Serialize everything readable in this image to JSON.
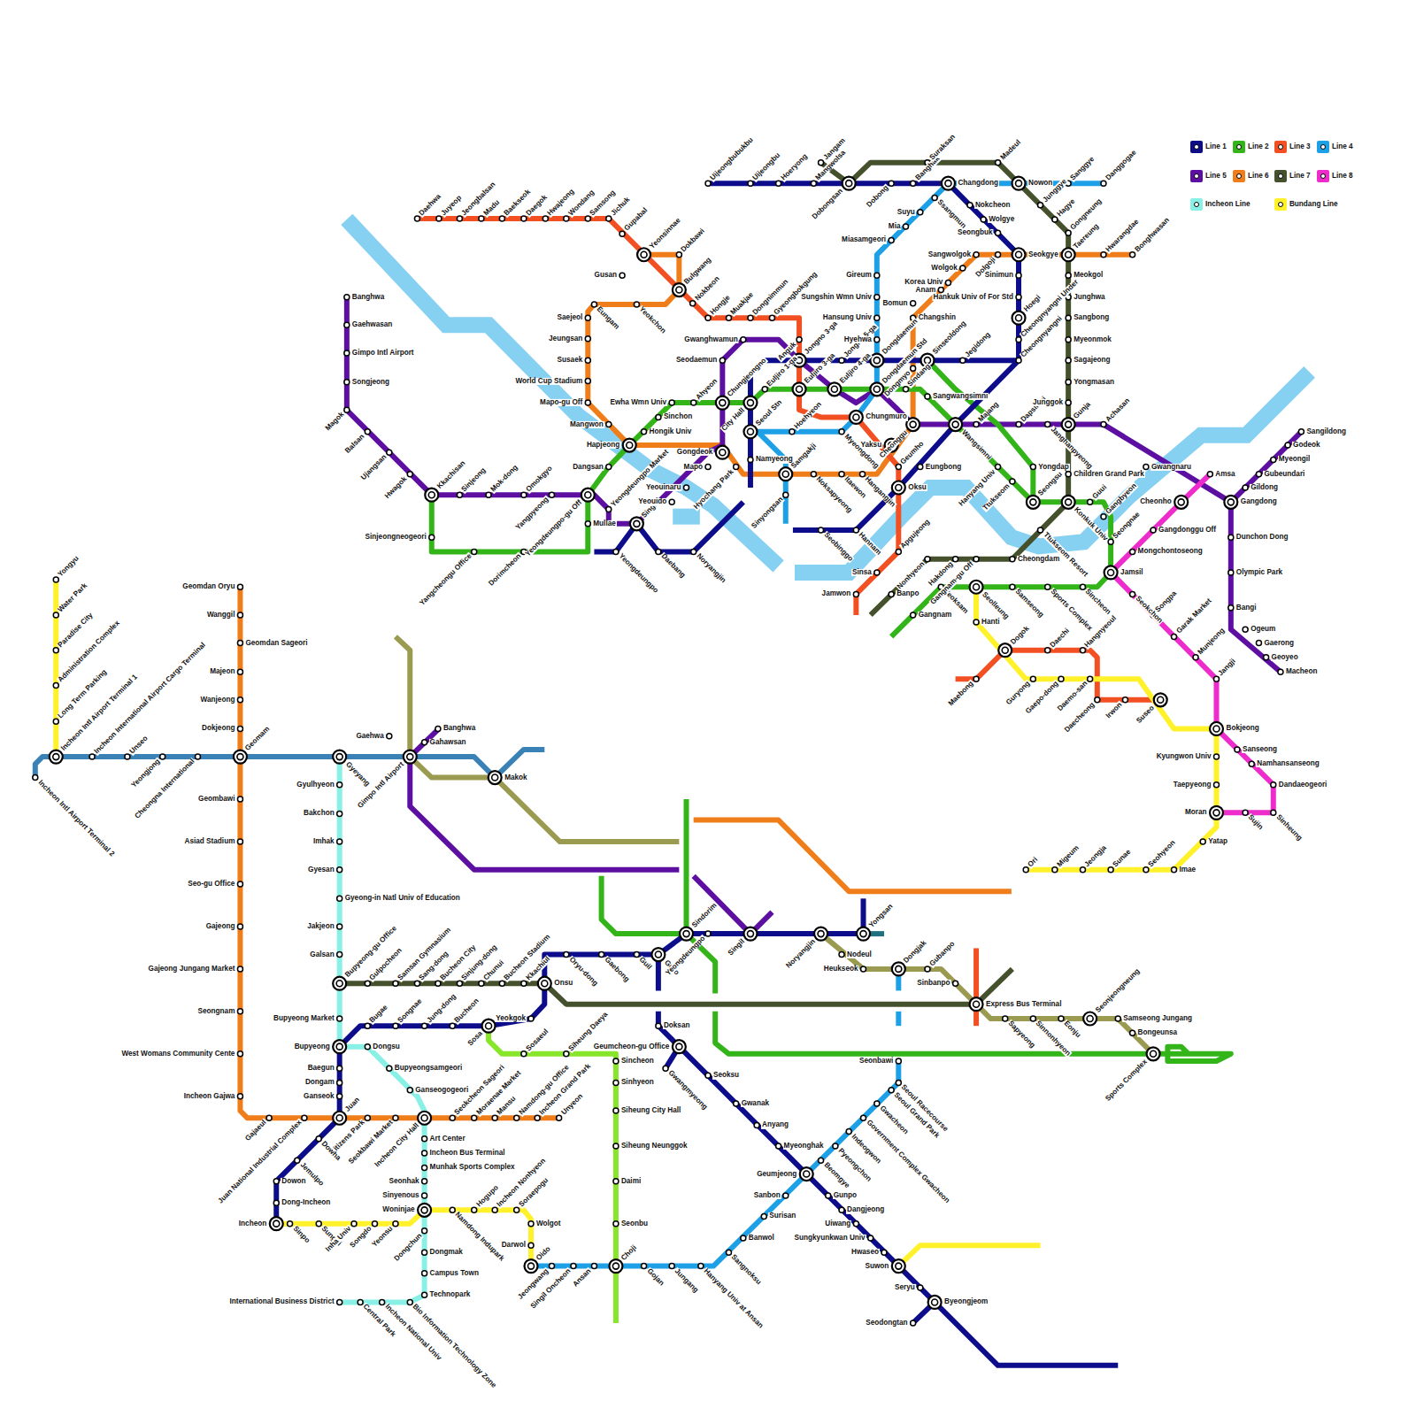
{
  "diagram": {
    "labels": [
      "Daehwa",
      "Juyeop",
      "Jeongbalsan",
      "Madu",
      "Baekseok",
      "Daegok",
      "Hwajeong",
      "Wondang",
      "Samsong",
      "Jichuk",
      "Gupabal",
      "Yeonsinnae",
      "Dokbawi",
      "Bulgwang",
      "Nokbeon",
      "Hongje",
      "Muakjae",
      "Dongnimmun",
      "Gyeongbokgung",
      "Anguk",
      "Gusan",
      "Eungam",
      "Yeokchon",
      "Saejeol",
      "Jeungsan",
      "Susaek",
      "World Cup Stadium",
      "Mapo-gu Off",
      "Mangwon",
      "Hapjeong",
      "Ewha Wmn Univ",
      "Sinchon",
      "Hongik Univ",
      "Dangsan",
      "Yeongdeungpo-gu Off",
      "Mullae",
      "Yeongdeungpo Market",
      "Singil",
      "Yeouido",
      "Yeouinaru",
      "Mapo",
      "Gongdeok",
      "Hyochang Park",
      "Chungjeongno",
      "Seodaemun",
      "Gwanghwamun",
      "Ahyeon",
      "City Hall",
      "Euljiro 1-ga",
      "Jongno 3-ga",
      "Euljiro 3-ga",
      "Euljiro 4-ga",
      "Jongno 5-ga",
      "Dongdaemun",
      "Dongdaemun Std",
      "Sindang",
      "Sangwangsimni",
      "Wangsimni",
      "Majang",
      "Dapsimni",
      "Janghanpyeong",
      "Gunja",
      "Achasan",
      "Gwangnaru",
      "Cheonho",
      "Gangdong",
      "Dunchon Dong",
      "Olympic Park",
      "Bangi",
      "Ogeum",
      "Gaerong",
      "Geoyeo",
      "Macheon",
      "Gildong",
      "Gubeundari",
      "Myeongil",
      "Godeok",
      "Sangildong",
      "Amsa",
      "Gangdonggu Off",
      "Mongchontoseong",
      "Jamsil",
      "Seokchon",
      "Songpa",
      "Garak Market",
      "Munjeong",
      "Jangji",
      "Bokjeong",
      "Sanseong",
      "Namhansanseong",
      "Dandaeogeori",
      "Sinheung",
      "Sujin",
      "Moran",
      "Kyungwon Univ",
      "Taepyeong",
      "Yatap",
      "Imae",
      "Seohyeon",
      "Sunae",
      "Jeongja",
      "Migeum",
      "Ori",
      "Suseo",
      "Daemo-san",
      "Gaepo-dong",
      "Guryong",
      "Dogok",
      "Hanti",
      "Seolleung",
      "Maebong",
      "Daechi",
      "Hangnyeoul",
      "Daecheong",
      "Irwon",
      "Samseong",
      "Sports Complex",
      "Sincheon",
      "Yeoksam",
      "Gangnam",
      "Seongnae",
      "Gangbyeon",
      "Guui",
      "Konkuk Univ",
      "Seongsu",
      "Yongdap",
      "Ttukseom",
      "Hanyang Univ",
      "Kkachisan",
      "Sinjeongneogeori",
      "Yangcheongu Office",
      "Dorimcheon",
      "Banghwa",
      "Gaehwasan",
      "Gimpo Intl Airport",
      "Songjeong",
      "Magok",
      "Balsan",
      "Ujangsan",
      "Hwagok",
      "Sinjeong",
      "Mok-dong",
      "Omokgyo",
      "Yangpyeong",
      "Chungmuro",
      "Geumho",
      "Oksu",
      "Apgujeong",
      "Sinsa",
      "Jamwon",
      "Yaksu",
      "Cheonggu",
      "Seoul Stn",
      "Hoehyeon",
      "Myeongdong",
      "Namyeong",
      "Samgakji",
      "Sinyongsan",
      "Noksapyeong",
      "Itaewon",
      "Hangangjin",
      "Hyehwa",
      "Hansung Univ",
      "Sungshin Wmn Univ",
      "Gireum",
      "Miasamgeori",
      "Mia",
      "Suyu",
      "Ssangmun",
      "Changdong",
      "Nowon",
      "Sanggye",
      "Danggogae",
      "Uijeongbubukbu",
      "Uijeongbu",
      "Hoeryong",
      "Mangwolsa",
      "Dobongsan",
      "Dobong",
      "Banghak",
      "Nokcheon",
      "Wolgye",
      "Seongbuk",
      "Seokgye",
      "Sinimun",
      "Hankuk Univ of For Std",
      "Hoegi",
      "Cheongnyangni Under",
      "Cheongnyangni",
      "Jegidong",
      "Sinseoldong",
      "Dongmyo",
      "Changshin",
      "Bomun",
      "Anam",
      "Korea Univ",
      "Wolgok",
      "Sangwolgok",
      "Dolgoji",
      "Taereung",
      "Hwarangdae",
      "Bonghwasan",
      "Jangam",
      "Suraksan",
      "Madeul",
      "Junggye",
      "Hagye",
      "Gongneung",
      "Meokgol",
      "Junghwa",
      "Sangbong",
      "Myeonmok",
      "Sagajeong",
      "Yongmasan",
      "Junggok",
      "Children Grand Park",
      "Ttukseom Resort",
      "Cheongdam",
      "Gangnam-gu Off",
      "Hakdong",
      "Nonhyeon",
      "Banpo",
      "Seobinggo",
      "Hannam",
      "Eungbong",
      "Yeongdeungpo",
      "Daebang",
      "Noryangjin",
      "Incheon Intl Airport Terminal 2",
      "Incheon Intl Airport Terminal 1",
      "Incheon International Airport Cargo Terminal",
      "Unseo",
      "Yeongjong",
      "Cheongna International",
      "Geomam",
      "Gyeyang",
      "Gimpo Intl Airport",
      "Makok",
      "Gaehwa",
      "Banghwa",
      "Gahawsan",
      "Yongyu",
      "Water Park",
      "Paradise City",
      "Administration Complex",
      "Long Term Parking",
      "Geomdan Oryu",
      "Wanggil",
      "Geomdan Sageori",
      "Majeon",
      "Wanjeong",
      "Dokjeong",
      "Geombawi",
      "Asiad Stadium",
      "Seo-gu Office",
      "Gajeong",
      "Gajeong Jungang Market",
      "Seongnam",
      "West Womans Community Cente",
      "Incheon Gajwa",
      "Gajaeul",
      "Juan National Industrial Complex",
      "Juan",
      "Citizens Park",
      "Seokbawi Market",
      "Incheon City Hall",
      "Seokcheon Sageori",
      "Moraenae Market",
      "Mansu",
      "Namdong-gu Office",
      "Incheon Grand Park",
      "Unyeon",
      "Gyulhyeon",
      "Bakchon",
      "Imhak",
      "Gyesan",
      "Gyeong-in Natl Univ of Education",
      "Jakjeon",
      "Galsan",
      "Bupyeong-gu Office",
      "Bupyeong Market",
      "Bupyeong",
      "Dongsu",
      "Bupyeongsamgeori",
      "Ganseogogeori",
      "Art Center",
      "Incheon Bus Terminal",
      "Munhak Sports Complex",
      "Seonhak",
      "Sinyenous",
      "Woninjae",
      "Dongchun",
      "Dongmak",
      "Campus Town",
      "Technopark",
      "Bio Information Technology Zone",
      "Incheon National Univ",
      "Central Park",
      "International Business District",
      "Gulpocheon",
      "Samsan Gymnasium",
      "Sang-dong",
      "Bucheon City",
      "Sinjung-dong",
      "Chunui",
      "Bucheon Stadium",
      "Kkachiul",
      "Onsu",
      "Oryu-dong",
      "Gaebong",
      "Guil",
      "Guro",
      "Yeokgok",
      "Sosa",
      "Bucheon",
      "Jung-dong",
      "Songnae",
      "Bugae",
      "Baegun",
      "Dongam",
      "Ganseok",
      "Dowha",
      "Jemulpo",
      "Dowon",
      "Dong-Incheon",
      "Incheon",
      "Sinpo",
      "Sungui",
      "Inha Univ",
      "Songdo",
      "Yeonsu",
      "Namdong Indupark",
      "Hogupo",
      "Incheon Nonhyeon",
      "Soraepogu",
      "Wolgot",
      "Darwol",
      "Oido",
      "Jeongwang",
      "Singil Oncheon",
      "Ansan",
      "Choji",
      "Gojan",
      "Jungang",
      "Hanyang Univ at Ansan",
      "Sangnoksu",
      "Banwol",
      "Surisan",
      "Sanbon",
      "Geumjeong",
      "Beomgye",
      "Pyeongchon",
      "Indeogwon",
      "Government Complex Gwacheon",
      "Gwacheon",
      "Seoul Grand Park",
      "Seoul Racecourse",
      "Seonbawi",
      "Geumcheon-gu Office",
      "Gwangmyeong",
      "Doksan",
      "Seoksu",
      "Gwanak",
      "Anyang",
      "Myeonghak",
      "Gunpo",
      "Dangjeong",
      "Uiwang",
      "Sungkyunkwan Univ",
      "Hwaseo",
      "Suwon",
      "Seryu",
      "Byeongjeom",
      "Seodongtan",
      "Sosaeul",
      "Siheung Daeya",
      "Sincheon",
      "Sinhyeon",
      "Siheung City Hall",
      "Siheung Neunggok",
      "Daimi",
      "Seonbu",
      "Sindorim",
      "Yeongdeungpo",
      "Singil",
      "Noryangjin",
      "Yongsan",
      "Nodeul",
      "Heukseok",
      "Dongjak",
      "Gubanpo",
      "Sinbanpo",
      "Express Bus Terminal",
      "Sapyeong",
      "Sinnonhyeon",
      "Eonju",
      "Seonjeongneung",
      "Samseong Jungang",
      "Bongeunsa",
      "Sports Complex"
    ],
    "legend": [
      {
        "text": "Line 1",
        "color": "#0d0d8c"
      },
      {
        "text": "Line 2",
        "color": "#33b51a"
      },
      {
        "text": "Line 3",
        "color": "#f25022"
      },
      {
        "text": "Line 4",
        "color": "#1ea0e6"
      },
      {
        "text": "Line 5",
        "color": "#5c0fa0"
      },
      {
        "text": "Line 6",
        "color": "#ef7e1a"
      },
      {
        "text": "Line 7",
        "color": "#44512c"
      },
      {
        "text": "Line 8",
        "color": "#ee2ccc"
      },
      {
        "text": "Incheon Line",
        "color": "#88f0e4"
      },
      {
        "text": "Bundang Line",
        "color": "#fff12a"
      }
    ]
  }
}
